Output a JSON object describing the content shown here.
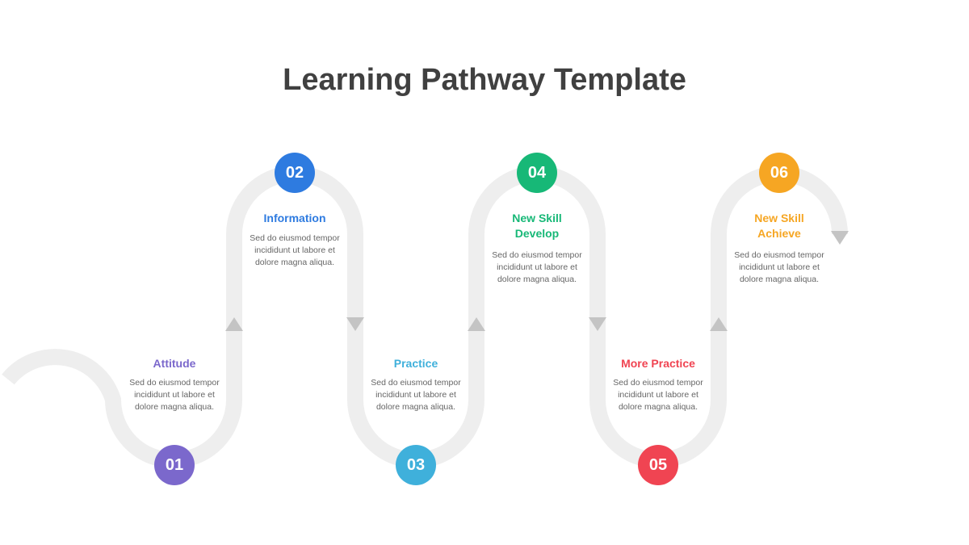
{
  "title": "Learning Pathway Template",
  "colors": {
    "path": "#eeeeee",
    "arrow": "#c4c4c4"
  },
  "steps": [
    {
      "number": "01",
      "title": "Attitude",
      "description": "Sed do eiusmod tempor incididunt ut labore et dolore magna aliqua.",
      "color": "#7b68cc"
    },
    {
      "number": "02",
      "title": "Information",
      "description": "Sed do eiusmod tempor incididunt ut labore et dolore magna aliqua.",
      "color": "#2e7be0"
    },
    {
      "number": "03",
      "title": "Practice",
      "description": "Sed do eiusmod tempor incididunt ut labore et dolore magna aliqua.",
      "color": "#3fb0db"
    },
    {
      "number": "04",
      "title": "New Skill Develop",
      "description": "Sed do eiusmod tempor incididunt ut labore et dolore magna aliqua.",
      "color": "#17b877"
    },
    {
      "number": "05",
      "title": "More Practice",
      "description": "Sed do eiusmod tempor incididunt ut labore et dolore magna aliqua.",
      "color": "#f04452"
    },
    {
      "number": "06",
      "title": "New Skill Achieve",
      "description": "Sed do eiusmod tempor incididunt ut labore et dolore magna aliqua.",
      "color": "#f6a623"
    }
  ]
}
